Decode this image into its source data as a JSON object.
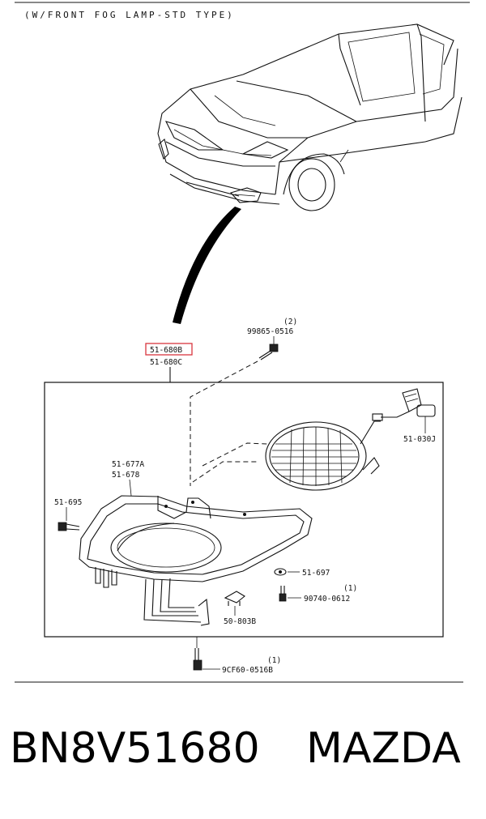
{
  "diagram": {
    "header": "(W/FRONT FOG LAMP-STD TYPE)",
    "labels": {
      "highlighted": "51-680B",
      "assembly_c": "51-680C",
      "screw_part": "99865-0516",
      "screw_qty": "(2)",
      "bulb": "51-030J",
      "bracket_a": "51-677A",
      "bracket_b": "51-678",
      "bolt_left": "51-695",
      "nut": "51-697",
      "bolt_right": "90740-0612",
      "bolt_right_qty": "(1)",
      "clip": "50-803B",
      "bottom_bolt": "9CF60-0516B",
      "bottom_bolt_qty": "(1)"
    },
    "highlight_color": "#d9363e"
  },
  "footer": {
    "part_number": "BN8V51680",
    "brand": "MAZDA"
  }
}
